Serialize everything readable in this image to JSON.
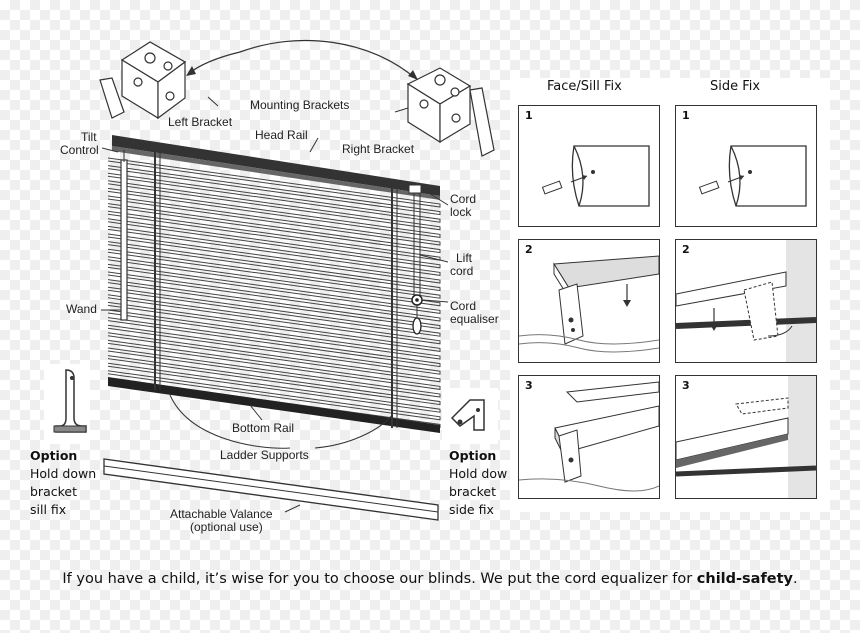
{
  "labels": {
    "mounting_brackets": "Mounting Brackets",
    "left_bracket": "Left Bracket",
    "right_bracket": "Right Bracket",
    "head_rail": "Head Rail",
    "tilt_control_1": "Tilt",
    "tilt_control_2": "Control",
    "cord_lock_1": "Cord",
    "cord_lock_2": "lock",
    "lift_cord_1": "Lift",
    "lift_cord_2": "cord",
    "cord_equaliser_1": "Cord",
    "cord_equaliser_2": "equaliser",
    "wand": "Wand",
    "bottom_rail": "Bottom Rail",
    "ladder_supports": "Ladder Supports",
    "valance_1": "Attachable Valance",
    "valance_2": "(optional use)"
  },
  "option_left": {
    "title": "Option",
    "line1": "Hold down",
    "line2": "bracket",
    "line3": "sill fix"
  },
  "option_right": {
    "title": "Option",
    "line1": "Hold dow",
    "line2": "bracket",
    "line3": "side fix"
  },
  "install": {
    "face_sill_fix": "Face/Sill Fix",
    "side_fix": "Side Fix",
    "steps": [
      "1",
      "2",
      "3"
    ]
  },
  "caption": {
    "text": "If you have a child, it’s wise for you to choose our blinds. We put the cord equalizer for ",
    "bold": "child-safety",
    "end": "."
  }
}
